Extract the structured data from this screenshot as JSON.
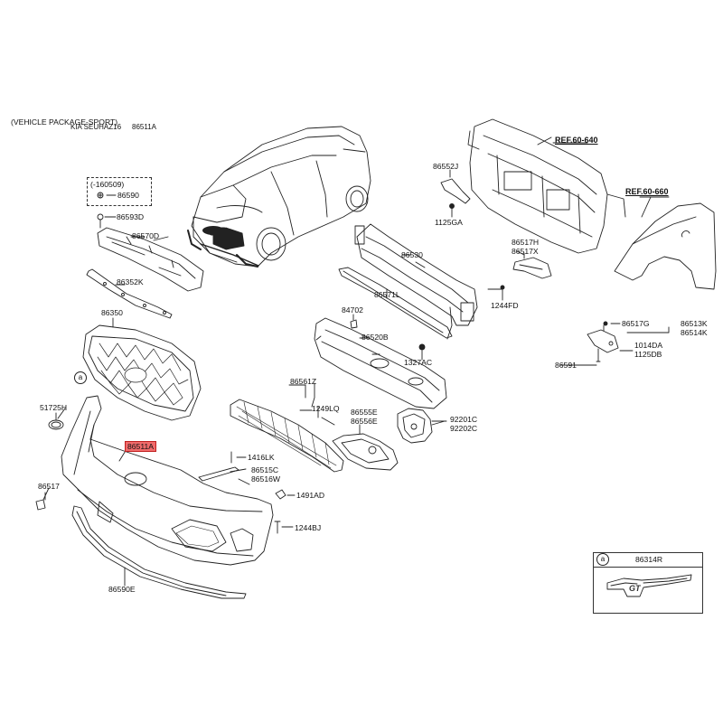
{
  "header": {
    "variant": "(VEHICLE PACKAGE-SPORT)",
    "model": "KIA SEUHAZ16",
    "part": "86511A"
  },
  "refs": {
    "ref1": "REF.60-640",
    "ref2": "REF.60-660"
  },
  "box": {
    "date": "(-160509)",
    "part": "86590"
  },
  "labels": {
    "p86593D": "86593D",
    "p86570D": "86570D",
    "p86352K": "86352K",
    "p86350": "86350",
    "p51725H": "51725H",
    "p86511A": "86511A",
    "p86517": "86517",
    "p86590E": "86590E",
    "p86552J": "86552J",
    "p1125GA": "1125GA",
    "p86530": "86530",
    "p86571L": "86571L",
    "p84702": "84702",
    "p86520B": "86520B",
    "p1327AC": "1327AC",
    "p86561Z": "86561Z",
    "p1249LQ": "1249LQ",
    "p86555E": "86555E",
    "p86556E": "86556E",
    "p92201C": "92201C",
    "p92202C": "92202C",
    "p1416LK": "1416LK",
    "p86515C": "86515C",
    "p86516W": "86516W",
    "p1491AD": "1491AD",
    "p1244BJ": "1244BJ",
    "p86517H": "86517H",
    "p86517X": "86517X",
    "p1244FD": "1244FD",
    "p86517G": "86517G",
    "p86513K": "86513K",
    "p86514K": "86514K",
    "p1014DA": "1014DA",
    "p1125DB": "1125DB",
    "p86591": "86591"
  },
  "inset": {
    "marker": "a",
    "part": "86314R",
    "emblem": "GT"
  },
  "markers": {
    "a1": "a"
  }
}
